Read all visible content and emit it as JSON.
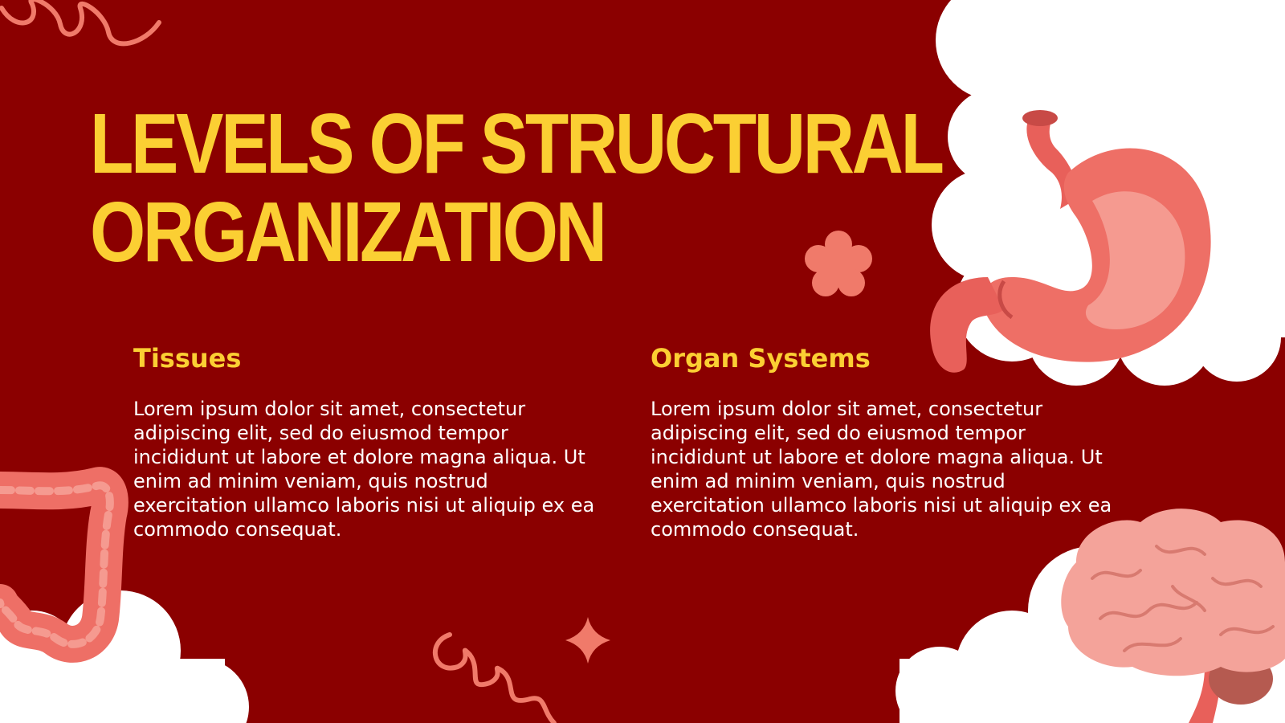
{
  "slide": {
    "title_line1": "LEVELS OF STRUCTURAL",
    "title_line2": "ORGANIZATION"
  },
  "columns": [
    {
      "heading": "Tissues",
      "body": "Lorem ipsum dolor sit amet, consectetur adipiscing elit, sed do eiusmod tempor incididunt ut labore et dolore magna aliqua. Ut enim ad minim veniam, quis nostrud exercitation ullamco laboris nisi ut aliquip ex ea commodo consequat."
    },
    {
      "heading": "Organ Systems",
      "body": "Lorem ipsum dolor sit amet, consectetur adipiscing elit, sed do eiusmod tempor incididunt ut labore et dolore magna aliqua. Ut enim ad minim veniam, quis nostrud exercitation ullamco laboris nisi ut aliquip ex ea commodo consequat."
    }
  ],
  "icons": [
    "stomach-icon",
    "brain-icon",
    "intestine-icon",
    "flower-icon",
    "sparkle-icon",
    "squiggle-icon",
    "cloud-icon"
  ],
  "colors": {
    "background": "#8b0000",
    "title": "#fbcf33",
    "body_text": "#ffffff",
    "accent_pink": "#f07a6a",
    "cloud": "#ffffff"
  }
}
